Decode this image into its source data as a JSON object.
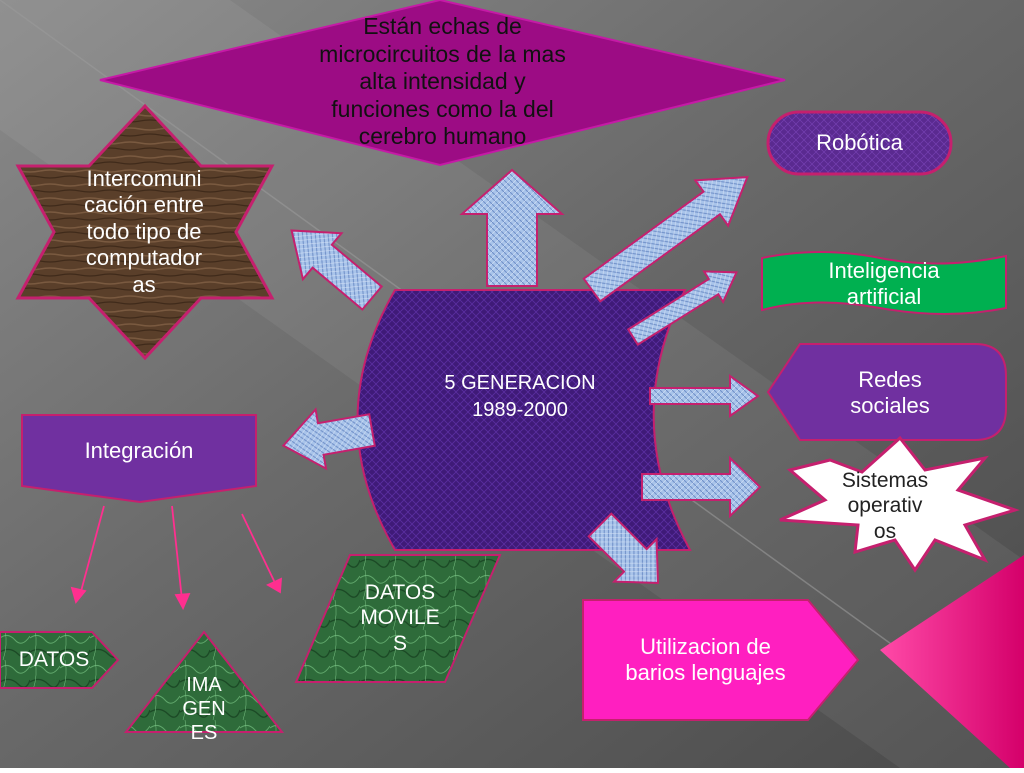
{
  "center": {
    "title": "5 GENERACION",
    "years": "1989-2000"
  },
  "nodes": {
    "top_diamond": "Están echas de\nmicrocircuitos de la mas\nalta intensidad y\nfunciones como la del\ncerebro humano",
    "star": "Intercomuni\ncación entre\ntodo tipo de\ncomputador\nas",
    "robotica": "Robótica",
    "inteligencia": "Inteligencia\nartificial",
    "redes": "Redes\nsociales",
    "sistemas": "Sistemas\noperativ\nos",
    "integracion": "Integración",
    "datos": "DATOS",
    "imagenes": "IMA\nGEN\nES",
    "datos_moviles": "DATOS\nMOVILE\nS",
    "lenguajes": "Utilizacion de\nbarios lenguajes"
  },
  "colors": {
    "background": "#6b6b6b",
    "magenta": "#9c0c84",
    "purple": "#7030a0",
    "dark_purple": "#3f1a78",
    "green": "#00b050",
    "pink": "#ff1fc0",
    "marble_green": "#2e6b3a",
    "wood": "#5a3f2a",
    "arrow_blue": "#a9c4ea",
    "border_pink": "#d6257a"
  }
}
